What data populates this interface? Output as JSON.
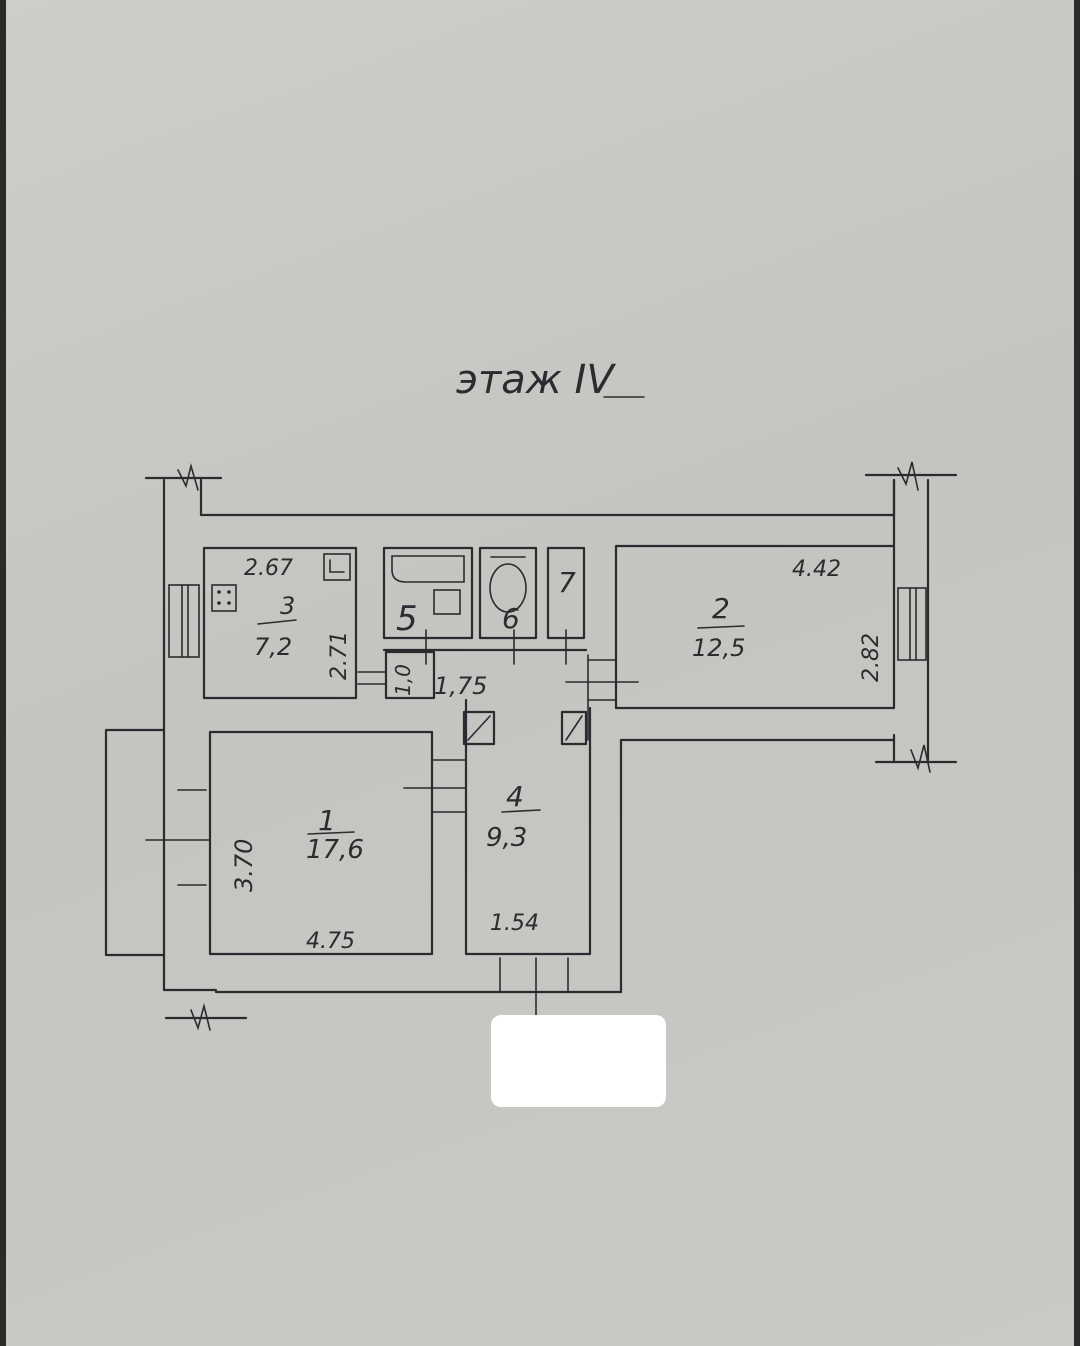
{
  "title": "этаж IV",
  "rooms": [
    {
      "id": "1",
      "area": "17,6",
      "width": "4.75",
      "depth": "3.70"
    },
    {
      "id": "2",
      "area": "12,5",
      "width": "4.42",
      "depth": "2.82"
    },
    {
      "id": "3",
      "area": "7,2",
      "width": "2.67",
      "depth": "2.71"
    },
    {
      "id": "4",
      "area": "9,3",
      "width": "1.54"
    },
    {
      "id": "5"
    },
    {
      "id": "6"
    },
    {
      "id": "7"
    }
  ],
  "dims": {
    "corridor_len": "1,75",
    "corridor_wid": "1,0"
  },
  "colors": {
    "ink": "#2b2b30",
    "paper": "#c7c7c3"
  }
}
